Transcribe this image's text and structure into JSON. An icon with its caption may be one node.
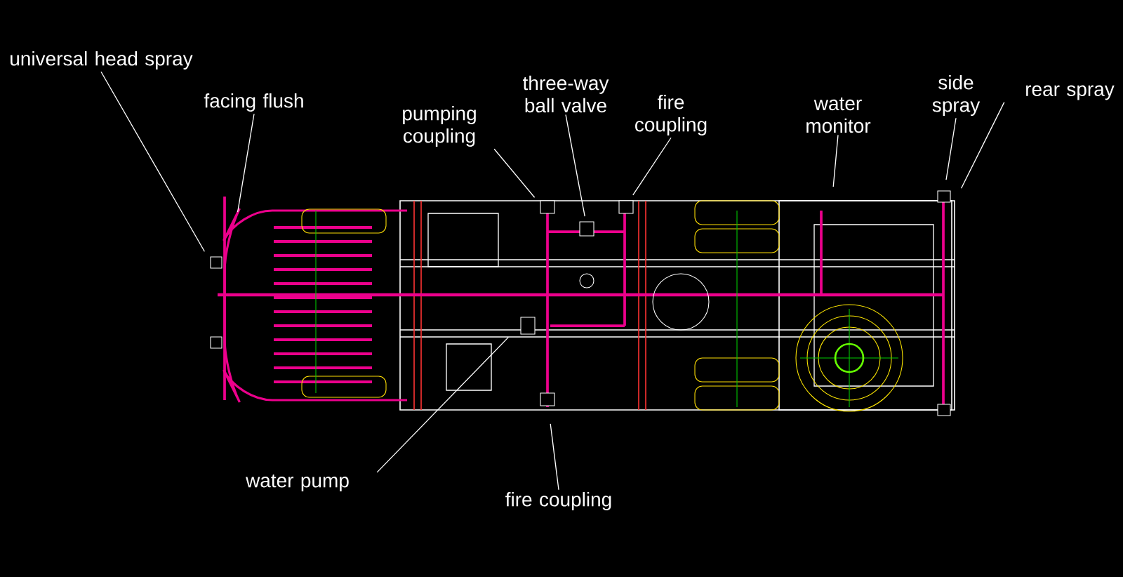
{
  "diagram": {
    "nodes": [
      {
        "text": [
          "universal head spray"
        ]
      },
      {
        "text": [
          "facing flush"
        ]
      },
      {
        "text": [
          "pumping coupling"
        ]
      },
      {
        "text": [
          "three-way ball valve"
        ]
      },
      {
        "text": [
          "fire coupling"
        ]
      },
      {
        "text": [
          "water monitor"
        ]
      },
      {
        "text": [
          "side spray"
        ]
      },
      {
        "text": [
          "rear spray"
        ]
      },
      {
        "text": [
          "water pump"
        ]
      },
      {
        "text": [
          "fire coupling"
        ]
      }
    ],
    "edges": [
      {
        "from": 0,
        "to": null,
        "arrow": "none"
      },
      {
        "from": 1,
        "to": null,
        "arrow": "none"
      },
      {
        "from": 2,
        "to": null,
        "arrow": "none"
      },
      {
        "from": 3,
        "to": null,
        "arrow": "none"
      },
      {
        "from": 4,
        "to": null,
        "arrow": "none"
      },
      {
        "from": 5,
        "to": null,
        "arrow": "none"
      },
      {
        "from": 6,
        "to": null,
        "arrow": "none"
      },
      {
        "from": 7,
        "to": null,
        "arrow": "none"
      },
      {
        "from": 8,
        "to": null,
        "arrow": "none"
      },
      {
        "from": 9,
        "to": null,
        "arrow": "none"
      }
    ]
  }
}
